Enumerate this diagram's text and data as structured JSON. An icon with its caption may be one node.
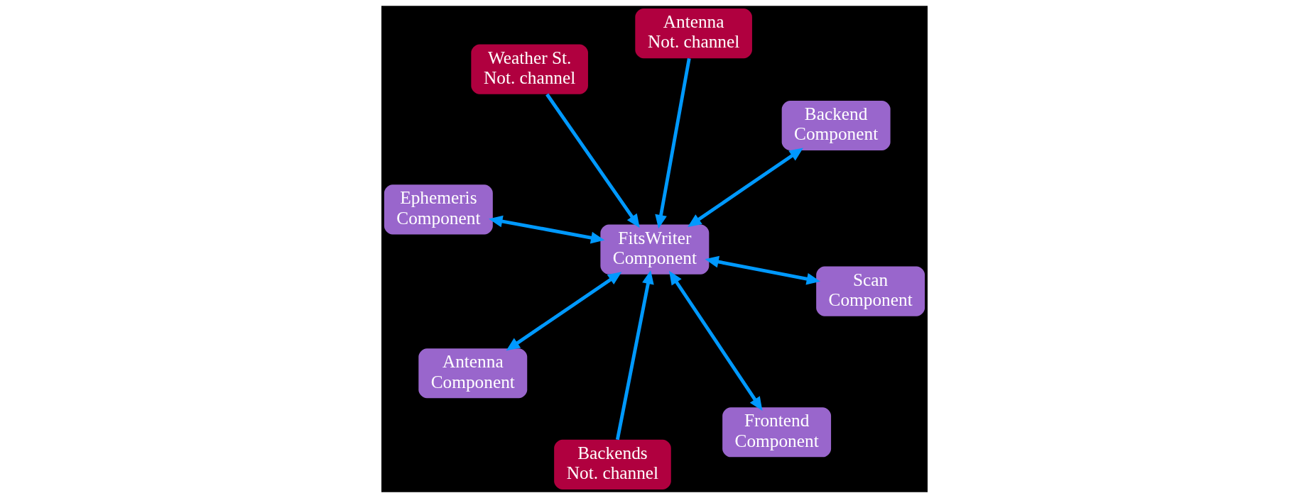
{
  "diagram": {
    "nodes": [
      {
        "text": [
          "Ephemeris Component"
        ]
      },
      {
        "text": [
          "FitsWriter Component"
        ]
      },
      {
        "text": [
          "Frontend Component"
        ]
      },
      {
        "text": [
          "Antenna Not. channel"
        ]
      },
      {
        "text": [
          "Backend Component"
        ]
      },
      {
        "text": [
          "Weather St. Not. channel"
        ]
      },
      {
        "text": [
          "Antenna Component"
        ]
      },
      {
        "text": [
          "Scan Component"
        ]
      },
      {
        "text": [
          "Backends Not. channel"
        ]
      }
    ],
    "edges": [
      {
        "from": 0,
        "to": 1,
        "arrow": "both"
      },
      {
        "from": 2,
        "to": 1,
        "arrow": "both"
      },
      {
        "from": 3,
        "to": 1,
        "arrow": "to"
      },
      {
        "from": 1,
        "to": 4,
        "arrow": "both"
      },
      {
        "from": 5,
        "to": 1,
        "arrow": "to"
      },
      {
        "from": 1,
        "to": 6,
        "arrow": "both"
      },
      {
        "from": 1,
        "to": 7,
        "arrow": "both"
      },
      {
        "from": 8,
        "to": 1,
        "arrow": "to"
      }
    ]
  }
}
